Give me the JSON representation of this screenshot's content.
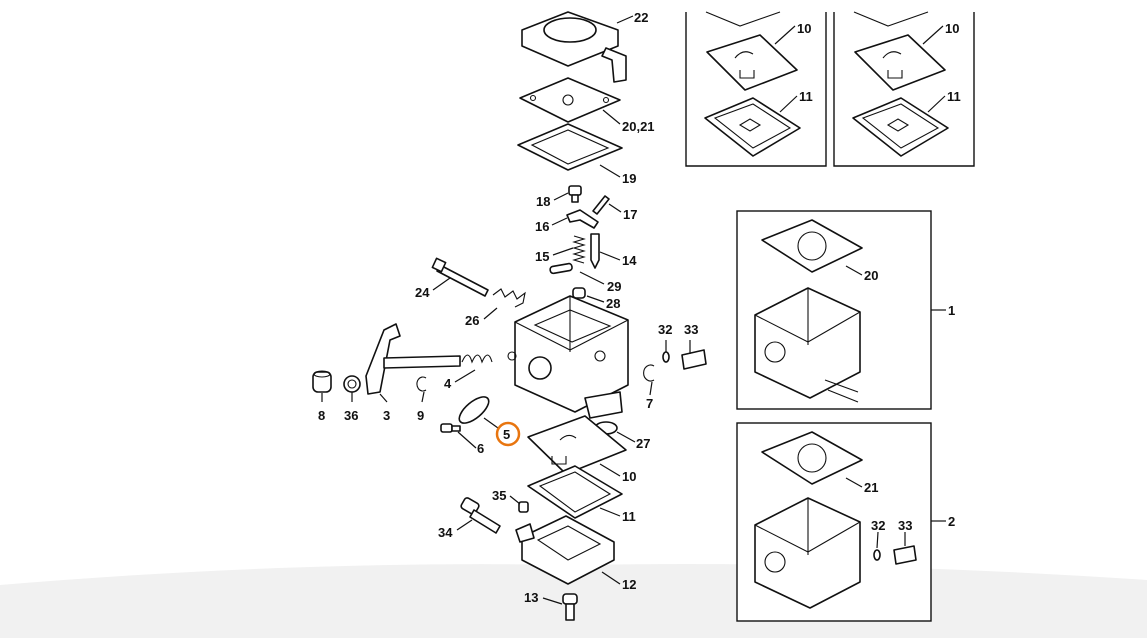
{
  "accent_color": "#e8750f",
  "highlighted_label": "5",
  "labels": {
    "p1": "1",
    "p2": "2",
    "p3": "3",
    "p4": "4",
    "p5": "5",
    "p6": "6",
    "p7": "7",
    "p8": "8",
    "p9": "9",
    "p10": "10",
    "p11": "11",
    "p12": "12",
    "p13": "13",
    "p14": "14",
    "p15": "15",
    "p16": "16",
    "p17": "17",
    "p18": "18",
    "p19": "19",
    "p20": "20",
    "p21": "21",
    "p20_21": "20,21",
    "p22": "22",
    "p24": "24",
    "p26": "26",
    "p27": "27",
    "p28": "28",
    "p29": "29",
    "p32": "32",
    "p33": "33",
    "p34": "34",
    "p35": "35",
    "p36": "36",
    "inset_a_10": "10",
    "inset_a_11": "11",
    "inset_b_10": "10",
    "inset_b_11": "11",
    "inset1_32": "32",
    "inset1_33": "33"
  }
}
